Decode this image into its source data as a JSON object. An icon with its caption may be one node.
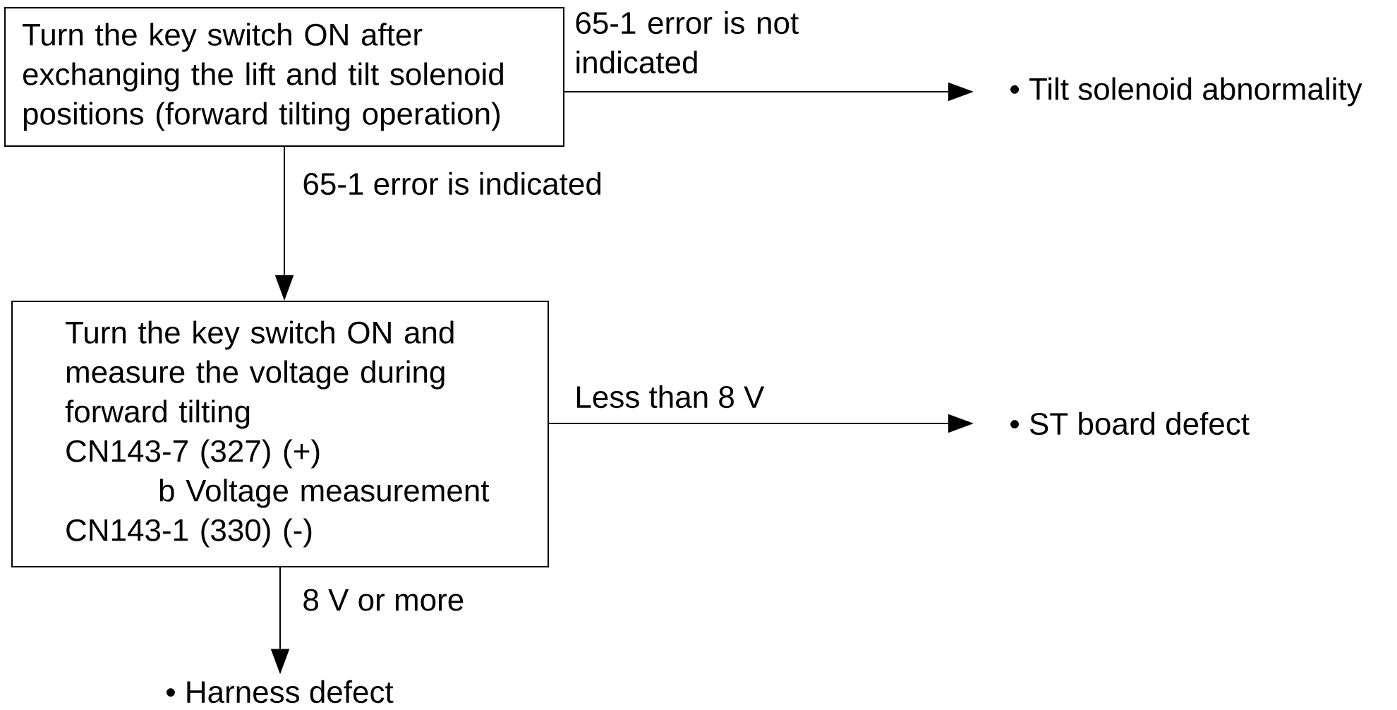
{
  "diagram": {
    "nodes": [
      {
        "text": [
          "Turn the key switch ON after exchanging the lift and tilt solenoid positions (forward tilting operation)"
        ]
      },
      {
        "text": [
          "• Tilt solenoid abnormality"
        ]
      },
      {
        "text": [
          "Turn the key switch ON and measure the voltage during forward tilting",
          "CN143-7 (327) (+)",
          "b Voltage measurement",
          "CN143-1 (330) (-)"
        ]
      },
      {
        "text": [
          "• ST board defect"
        ]
      },
      {
        "text": [
          "• Harness defect"
        ]
      }
    ],
    "edges": [
      {
        "from": 0,
        "to": 1,
        "arrow": "to",
        "label": "65-1 error is not indicated"
      },
      {
        "from": 0,
        "to": 2,
        "arrow": "to",
        "label": "65-1 error is indicated"
      },
      {
        "from": 2,
        "to": 3,
        "arrow": "to",
        "label": "Less than 8 V"
      },
      {
        "from": 2,
        "to": 4,
        "arrow": "to",
        "label": "8 V or more"
      }
    ]
  }
}
